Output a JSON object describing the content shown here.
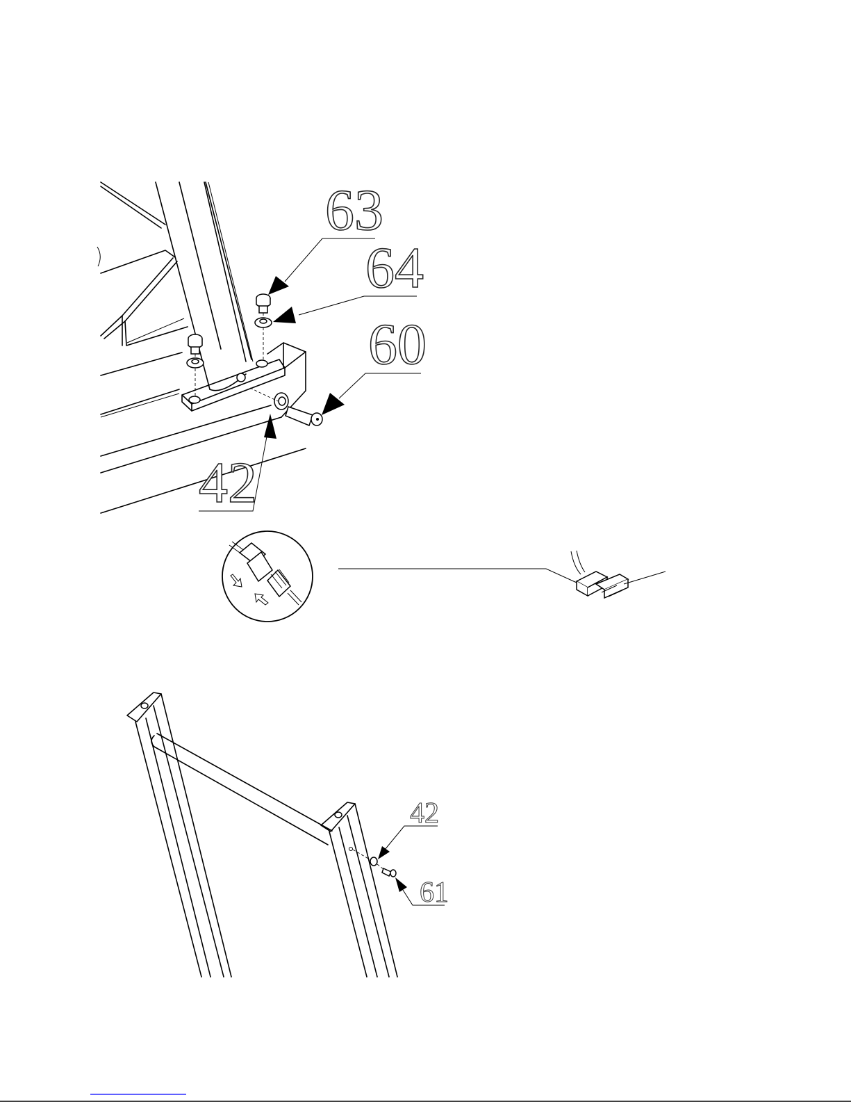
{
  "figure": {
    "top_callouts": [
      "63",
      "64",
      "60",
      "42"
    ],
    "bottom_callouts": [
      "42",
      "61"
    ]
  },
  "footer": {
    "rule_color": "#0000ff"
  }
}
